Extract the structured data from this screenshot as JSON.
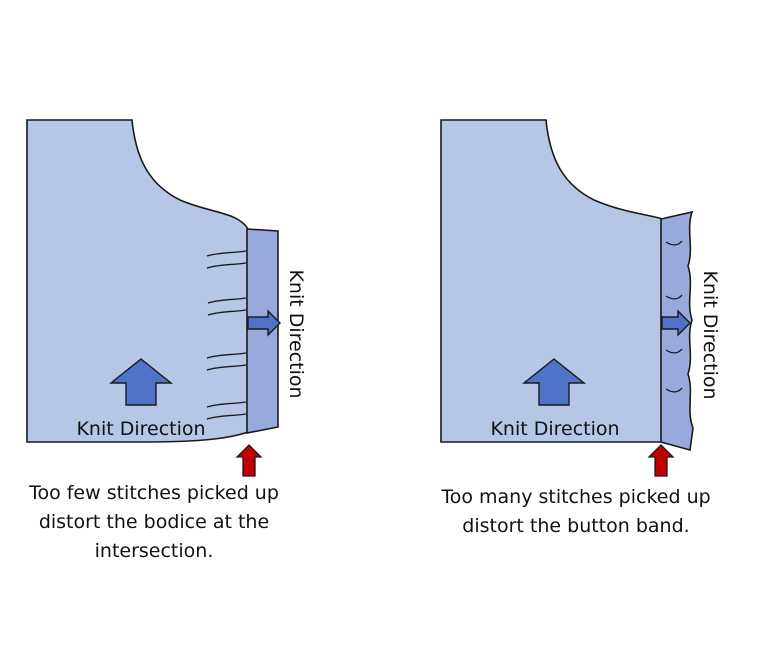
{
  "colors": {
    "bodice": "#b6c6e6",
    "band": "#98aadc",
    "arrow_up": "#4e73c7",
    "arrow_marker": "#c00000",
    "outline": "#1a1a1a"
  },
  "left_panel": {
    "bodice_label": "Knit Direction",
    "band_label": "Knit Direction",
    "caption_lines": [
      "Too few stitches picked up",
      "distort the bodice at the",
      "intersection."
    ]
  },
  "right_panel": {
    "bodice_label": "Knit Direction",
    "band_label": "Knit Direction",
    "caption_lines": [
      "Too many stitches picked up",
      "distort the button band."
    ]
  }
}
